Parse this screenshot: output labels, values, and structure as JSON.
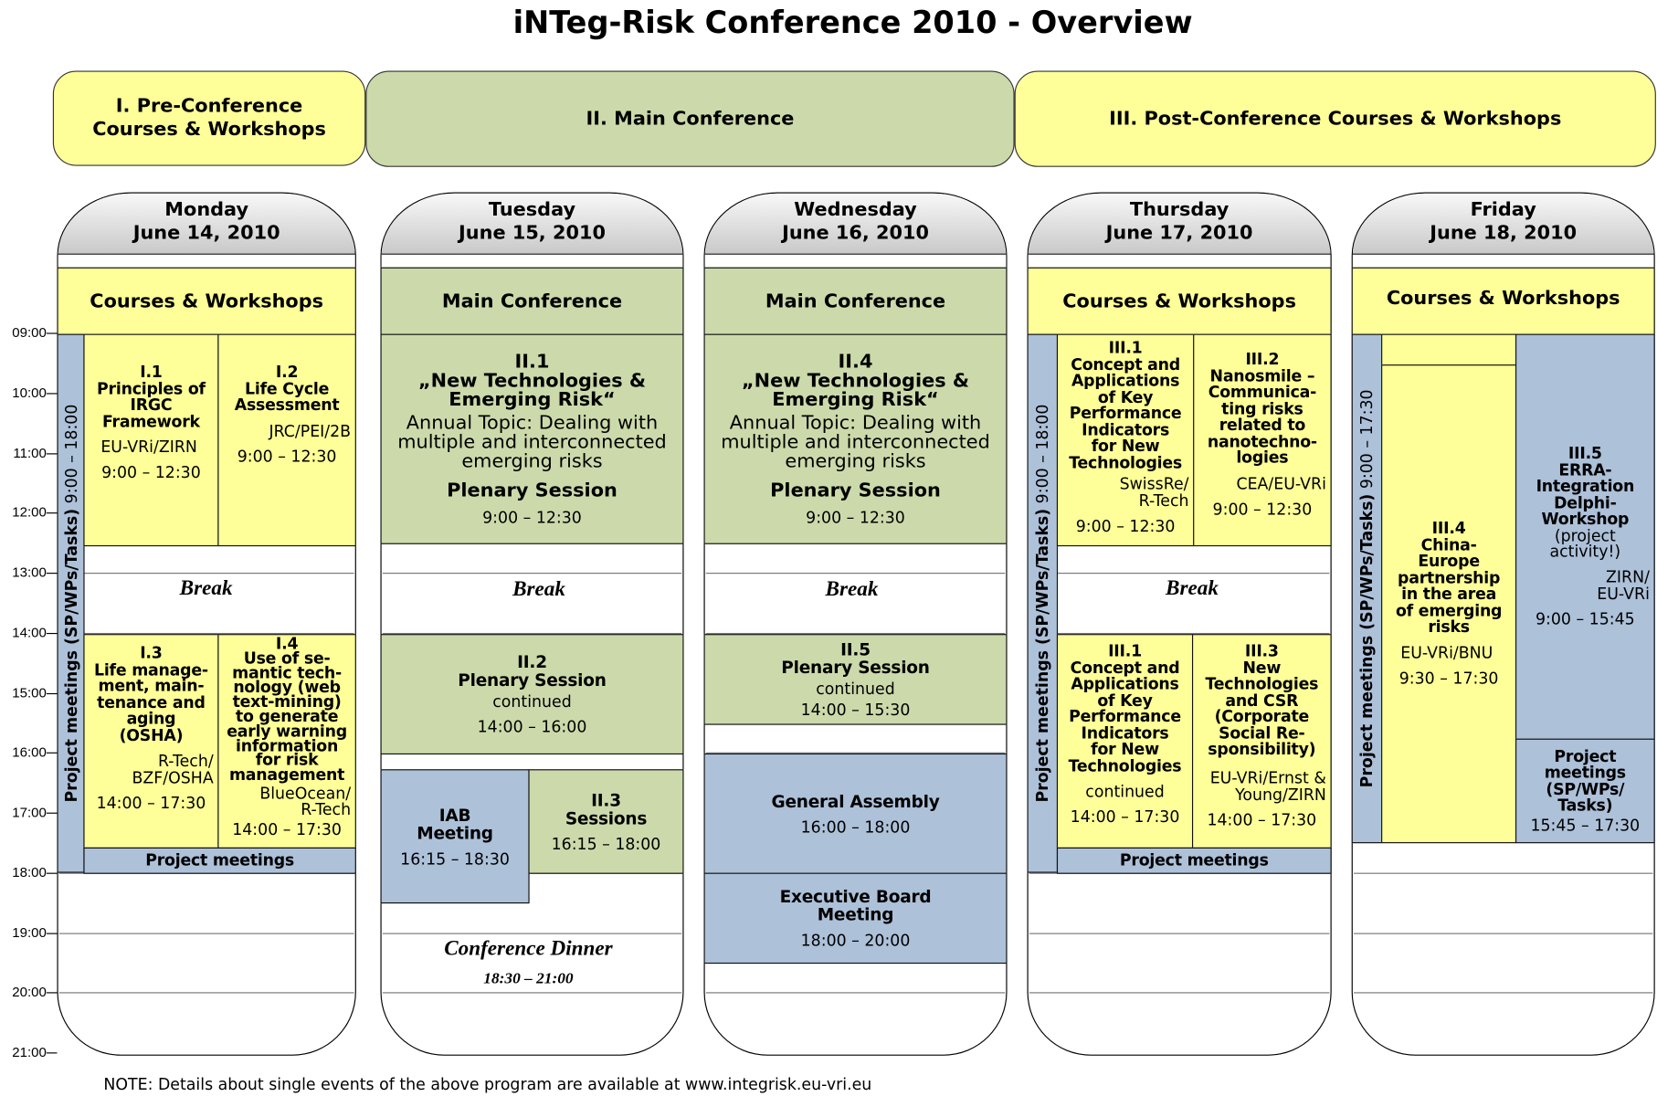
{
  "title": "iNTeg-Risk Conference 2010 - Overview",
  "sections": [
    "I. Pre-Conference\nCourses & Workshops",
    "II. Main Conference",
    "III. Post-Conference Courses & Workshops"
  ],
  "time_axis": [
    "09:00",
    "10:00",
    "11:00",
    "12:00",
    "13:00",
    "14:00",
    "15:00",
    "16:00",
    "17:00",
    "18:00",
    "19:00",
    "20:00",
    "21:00"
  ],
  "days": [
    {
      "name": "Monday",
      "date": "June 14, 2010",
      "header": "Courses & Workshops"
    },
    {
      "name": "Tuesday",
      "date": "June 15, 2010",
      "header": "Main Conference"
    },
    {
      "name": "Wednesday",
      "date": "June 16, 2010",
      "header": "Main Conference"
    },
    {
      "name": "Thursday",
      "date": "June 17, 2010",
      "header": "Courses & Workshops"
    },
    {
      "name": "Friday",
      "date": "June 18, 2010",
      "header": "Courses & Workshops"
    }
  ],
  "side_bar": {
    "label": "Project meetings (SP/WPs/Tasks)",
    "time_mon_thu": "9:00 – 18:00",
    "time_fri": "9:00 – 17:30"
  },
  "break_label": "Break",
  "project_meetings": "Project meetings",
  "mon": {
    "i1": {
      "title": "I.1\nPrinciples of\nIRGC\nFramework",
      "org": "EU-VRi/ZIRN",
      "time": "9:00 – 12:30"
    },
    "i2": {
      "title": "I.2\nLife Cycle\nAssessment",
      "org": "JRC/PEI/2B",
      "time": "9:00 – 12:30"
    },
    "i3": {
      "title": "I.3\nLife manage-\nment, main-\ntenance and\naging\n(OSHA)",
      "org": "R-Tech/\nBZF/OSHA",
      "time": "14:00 – 17:30"
    },
    "i4": {
      "title": "I.4\nUse of se-\nmantic tech-\nnology (web\ntext-mining)\nto generate\nearly warning\ninformation\nfor risk\nmanagement",
      "org": "BlueOcean/\nR-Tech",
      "time": "14:00 – 17:30"
    }
  },
  "tue": {
    "ii1": {
      "title": "II.1\n„New Technologies &\nEmerging Risk“",
      "topic": "Annual Topic: Dealing with\nmultiple and interconnected\nemerging risks",
      "session": "Plenary Session",
      "time": "9:00 – 12:30"
    },
    "ii2": {
      "title": "II.2\nPlenary Session",
      "sub": "continued",
      "time": "14:00 – 16:00"
    },
    "iab": {
      "title": "IAB\nMeeting",
      "time": "16:15 – 18:30"
    },
    "ii3": {
      "title": "II.3\nSessions",
      "time": "16:15 – 18:00"
    },
    "dinner": {
      "title": "Conference Dinner",
      "time": "18:30 – 21:00"
    }
  },
  "wed": {
    "ii4": {
      "title": "II.4\n„New Technologies &\nEmerging Risk“",
      "topic": "Annual Topic: Dealing with\nmultiple and interconnected\nemerging risks",
      "session": "Plenary Session",
      "time": "9:00 – 12:30"
    },
    "ii5": {
      "title": "II.5\nPlenary Session",
      "sub": "continued",
      "time": "14:00 – 15:30"
    },
    "ga": {
      "title": "General Assembly",
      "time": "16:00 – 18:00"
    },
    "eb": {
      "title": "Executive Board\nMeeting",
      "time": "18:00 – 20:00"
    }
  },
  "thu": {
    "iii1": {
      "title": "III.1\nConcept and\nApplications\nof Key\nPerformance\nIndicators\nfor New\nTechnologies",
      "org": "SwissRe/\nR-Tech",
      "time": "9:00 – 12:30"
    },
    "iii2": {
      "title": "III.2\nNanosmile –\nCommunica-\nting risks\nrelated to\nnanotechno-\nlogies",
      "org": "CEA/EU-VRi",
      "time": "9:00 – 12:30"
    },
    "iii1c": {
      "title": "III.1\nConcept and\nApplications\nof Key\nPerformance\nIndicators\nfor New\nTechnologies",
      "sub": "continued",
      "time": "14:00 – 17:30"
    },
    "iii3": {
      "title": "III.3\nNew\nTechnologies\nand CSR\n(Corporate\nSocial Re-\nsponsibility)",
      "org": "EU-VRi/Ernst &\nYoung/ZIRN",
      "time": "14:00 – 17:30"
    }
  },
  "fri": {
    "iii4": {
      "title": "III.4\nChina-\nEurope\npartnership\nin the area\nof emerging\nrisks",
      "org": "EU-VRi/BNU",
      "time": "9:30 – 17:30"
    },
    "iii5": {
      "title": "III.5\nERRA-\nIntegration\nDelphi-\nWorkshop",
      "sub": "(project\nactivity!)",
      "org": "ZIRN/\nEU-VRi",
      "time": "9:00 – 15:45"
    },
    "pm": {
      "title": "Project\nmeetings\n(SP/WPs/\nTasks)",
      "time": "15:45 – 17:30"
    }
  },
  "note": "NOTE: Details about single events of the above program are available at www.integrisk.eu-vri.eu",
  "colors": {
    "yellow": "#ffff99",
    "green": "#ccdaab",
    "blue": "#adc1d9"
  }
}
